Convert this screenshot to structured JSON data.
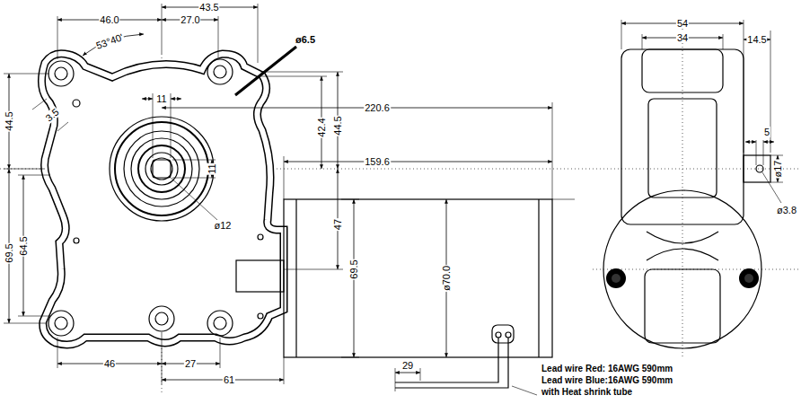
{
  "diagram": {
    "labels": [
      "43.5",
      "46.0",
      "27.0",
      "53°40'",
      "54",
      "34",
      "14.5",
      "ø6.5",
      "11",
      "220.6",
      "3.5",
      "44.5",
      "42.4",
      "44.5",
      "5",
      "159.6",
      "11",
      "ø17",
      "ø3.8",
      "ø12",
      "47",
      "64.5",
      "69.5",
      "69.5",
      "ø70.0",
      "46",
      "27",
      "29",
      "Lead wire Red: 16AWG 590mm",
      "Lead wire Blue:16AWG 590mm",
      "with Heat shrink tube",
      "61"
    ]
  }
}
